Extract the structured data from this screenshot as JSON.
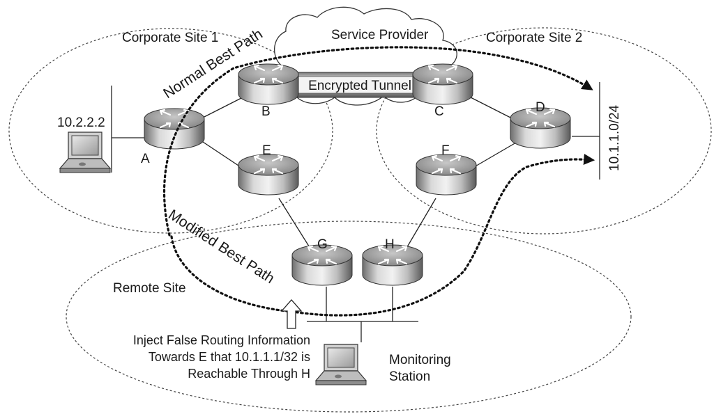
{
  "title_partial": "",
  "sites": {
    "corporate_site_1": "Corporate Site 1",
    "corporate_site_2": "Corporate Site 2",
    "service_provider": "Service Provider",
    "remote_site": "Remote Site"
  },
  "routers": {
    "a": "A",
    "b": "B",
    "c": "C",
    "d": "D",
    "e": "E",
    "f": "F",
    "g": "G",
    "h": "H"
  },
  "tunnel_label": "Encrypted Tunnel",
  "paths": {
    "normal": "Normal Best Path",
    "modified": "Modified Best Path"
  },
  "hosts": {
    "laptop_ip": "10.2.2.2",
    "network": "10.1.1.0/24",
    "monitoring_line1": "Monitoring",
    "monitoring_line2": "Station"
  },
  "note": {
    "line1": "Inject False Routing Information",
    "line2": "Towards E that 10.1.1.1/32 is",
    "line3": "Reachable Through H"
  }
}
